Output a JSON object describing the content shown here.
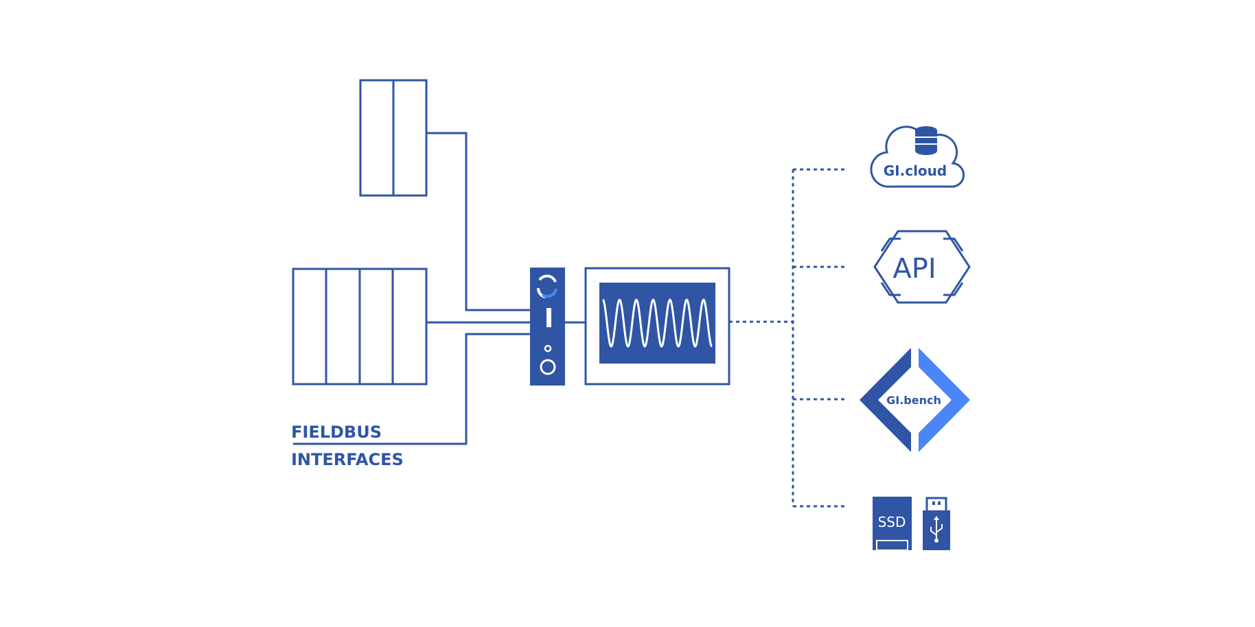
{
  "colors": {
    "primary": "#2f55a4",
    "light": "#4a86f7",
    "background": "#ffffff"
  },
  "labels": {
    "fieldbus_line1": "FIELDBUS",
    "fieldbus_line2": "INTERFACES",
    "cloud": "GI.cloud",
    "api": "API",
    "bench": "GI.bench",
    "ssd": "SSD"
  },
  "icons": {
    "cloud": "cloud-database-icon",
    "api": "hexagon-api-icon",
    "bench": "chevron-brackets-icon",
    "ssd": "ssd-drive-icon",
    "usb": "usb-stick-icon"
  }
}
